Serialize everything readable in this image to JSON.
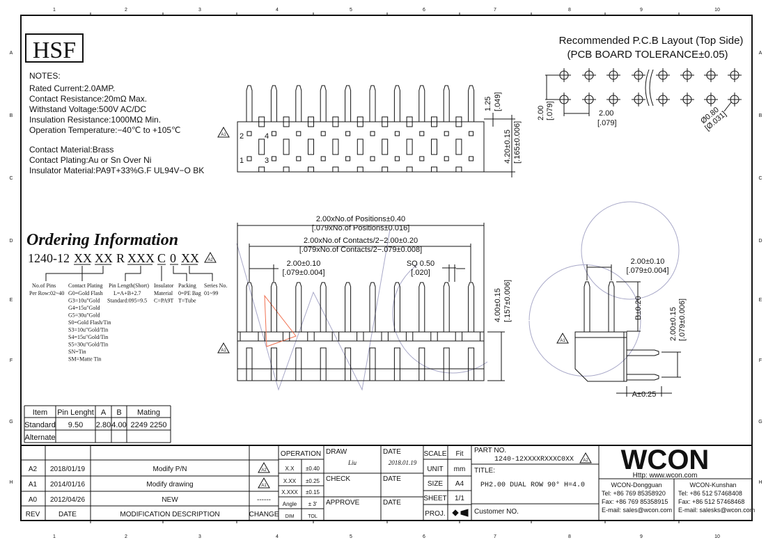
{
  "grid": {
    "cols": [
      "1",
      "2",
      "3",
      "4",
      "5",
      "6",
      "7",
      "8",
      "9",
      "10"
    ],
    "rows": [
      "A",
      "B",
      "C",
      "D",
      "E",
      "F",
      "G",
      "H"
    ]
  },
  "logo": "HSF",
  "notes": {
    "heading": "NOTES:",
    "lines": [
      "Rated Current:2.0AMP.",
      "Contact Resistance:20mΩ Max.",
      "Withstand Voltage:500V AC/DC",
      "Insulation Resistance:1000MΩ Min.",
      "Operation Temperature:−40℃ to +105℃"
    ],
    "materials": [
      "Contact Material:Brass",
      "Contact Plating:Au or Sn Over Ni",
      "Insulator Material:PA9T+33%G.F UL94V−O BK"
    ]
  },
  "revision_marks": {
    "a1": "A1",
    "a2": "A2"
  },
  "pcb_layout": {
    "title": "Recommended P.C.B Layout (Top Side)",
    "subtitle": "(PCB BOARD TOLERANCE±0.05)",
    "dim_v": "2.00",
    "dim_v_in": "[.079]",
    "dim_h": "2.00",
    "dim_h_in": "[.079]",
    "hole": "Ø0.80",
    "hole_in": "[Ø.031]"
  },
  "top_view": {
    "pin_labels": [
      "2",
      "4",
      "1",
      "3"
    ],
    "dim1": "1.25",
    "dim1_in": "[.049]",
    "dim2": "4.20±0.15",
    "dim2_in": "[.165±0.006]"
  },
  "front_view": {
    "d1": "2.00xNo.of Positions±0.40",
    "d1_in": "[.079xNo.of Positions±0.016]",
    "d2": "2.00xNo.of Contacts/2−2.00±0.20",
    "d2_in": "[.079xNo.of Contacts/2−.079±0.008]",
    "pitch": "2.00±0.10",
    "pitch_in": "[.079±0.004]",
    "sq": "SQ 0.50",
    "sq_in": "[.020]",
    "height": "4.00±0.15",
    "height_in": "[.157±0.006]"
  },
  "side_view": {
    "pitch": "2.00±0.10",
    "pitch_in": "[.079±0.004]",
    "b": "B±0.20",
    "row": "2.00±0.15",
    "row_in": "[.079±0.006]",
    "a": "A±0.25"
  },
  "ordering": {
    "title": "Ordering Information",
    "code": [
      "1240-12",
      "XX",
      "XX",
      "R",
      "XXX",
      "C",
      "0",
      "XX"
    ],
    "fields": [
      {
        "name": "No.of Pins",
        "lines": [
          "Per Row:02~40"
        ]
      },
      {
        "name": "Contact Plating",
        "lines": [
          "G0=Gold Flash",
          "G3=10u\"Gold",
          "G4=15u\"Gold",
          "G5=30u\"Gold",
          "S0=Gold Flash/Tin",
          "S3=10u\"Gold/Tin",
          "S4=15u\"Gold/Tin",
          "S5=30u\"Gold/Tin",
          "SN=Tin",
          "SM=Matte Tin"
        ]
      },
      {
        "name": "Pin Length(Short)",
        "lines": [
          "L=A+B+2.7",
          "Standard:095=9.5"
        ]
      },
      {
        "name": "Insulator",
        "lines": [
          "Material",
          "C=PA9T"
        ]
      },
      {
        "name": "Packing",
        "lines": [
          "0=PE Bag",
          "T=Tube"
        ]
      },
      {
        "name": "Series No.",
        "lines": [
          "01~99"
        ]
      }
    ]
  },
  "spec_table": {
    "headers": [
      "Item",
      "Pin Lenght",
      "A",
      "B",
      "Mating"
    ],
    "rows": [
      [
        "Standard",
        "9.50",
        "2.80",
        "4.00",
        "2249 2250"
      ],
      [
        "Alternate",
        "",
        "",
        "",
        ""
      ]
    ]
  },
  "revisions": {
    "rows": [
      {
        "rev": "A2",
        "date": "2018/01/19",
        "desc": "Modify P/N",
        "change": "A2"
      },
      {
        "rev": "A1",
        "date": "2014/01/16",
        "desc": "Modify drawing",
        "change": "A1"
      },
      {
        "rev": "A0",
        "date": "2012/04/26",
        "desc": "NEW",
        "change": "------"
      }
    ],
    "headers": {
      "rev": "REV",
      "date": "DATE",
      "desc": "MODIFICATION DESCRIPTION",
      "change": "CHANGE"
    }
  },
  "tolerance": {
    "title": "OPERATION",
    "rows": [
      [
        "X.X",
        "±0.40"
      ],
      [
        "X.XX",
        "±0.25"
      ],
      [
        "X.XXX",
        "±0.15"
      ],
      [
        "Angle",
        "± 3'"
      ]
    ],
    "footer": [
      "DIM",
      "TOL"
    ]
  },
  "approvals": {
    "draw": "DRAW",
    "drawer": "Liu",
    "date_label": "DATE",
    "draw_date": "2018.01.19",
    "check": "CHECK",
    "approve": "APPROVE"
  },
  "sheet": {
    "scale_label": "SCALE",
    "scale": "Fit",
    "unit_label": "UNIT",
    "unit": "mm",
    "size_label": "SIZE",
    "size": "A4",
    "sheet_label": "SHEET",
    "sheet": "1/1",
    "proj_label": "PROJ."
  },
  "part": {
    "label": "PART NO.",
    "number": "1240-12XXXXRXXXC0XX",
    "title_label": "TITLE:",
    "title": "PH2.00 DUAL ROW 90° H=4.0",
    "customer_label": "Customer NO."
  },
  "company": {
    "logo": "WCON",
    "url": "Http: www.wcon.com",
    "offices": [
      {
        "name": "WCON-Dongguan",
        "tel": "Tel: +86 769 85358920",
        "fax": "Fax: +86 769 85358915",
        "email": "E-mail: sales@wcon.com"
      },
      {
        "name": "WCON-Kunshan",
        "tel": "Tel: +86 512 57468408",
        "fax": "Fax: +86 512 57468468",
        "email": "E-mail: salesks@wcon.com"
      }
    ]
  }
}
